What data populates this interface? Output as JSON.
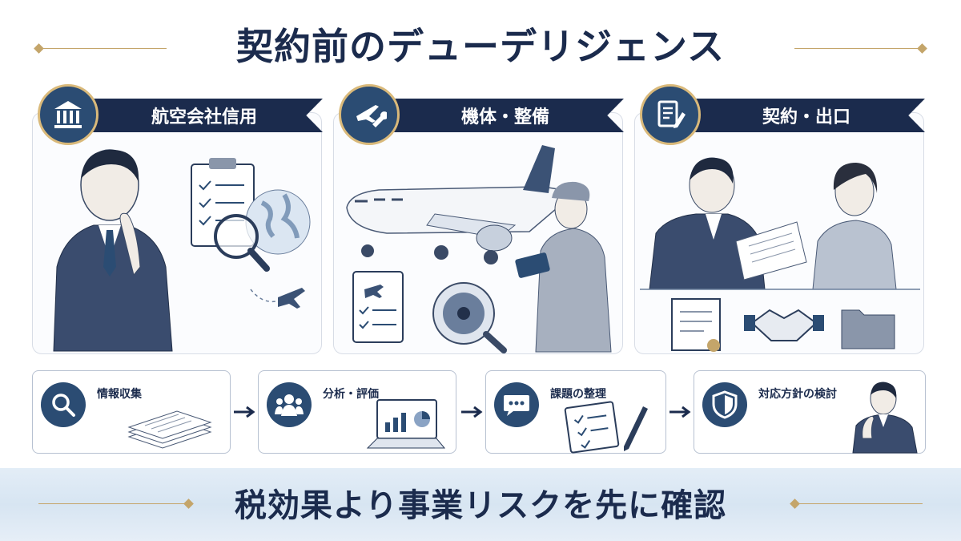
{
  "title": "契約前のデューデリジェンス",
  "panels": [
    {
      "label": "航空会社信用",
      "icon": "bank-icon"
    },
    {
      "label": "機体・整備",
      "icon": "airplane-wrench-icon"
    },
    {
      "label": "契約・出口",
      "icon": "document-pen-icon"
    }
  ],
  "steps": [
    {
      "label": "情報収集",
      "icon": "magnifier-icon"
    },
    {
      "label": "分析・評価",
      "icon": "people-icon"
    },
    {
      "label": "課題の整理",
      "icon": "chat-bubble-icon"
    },
    {
      "label": "対応方針の検討",
      "icon": "shield-icon"
    }
  ],
  "footer": "税効果より事業リスクを先に確認",
  "colors": {
    "navy": "#1b2b4d",
    "badge": "#2b4c73",
    "gold": "#c4a56a"
  }
}
